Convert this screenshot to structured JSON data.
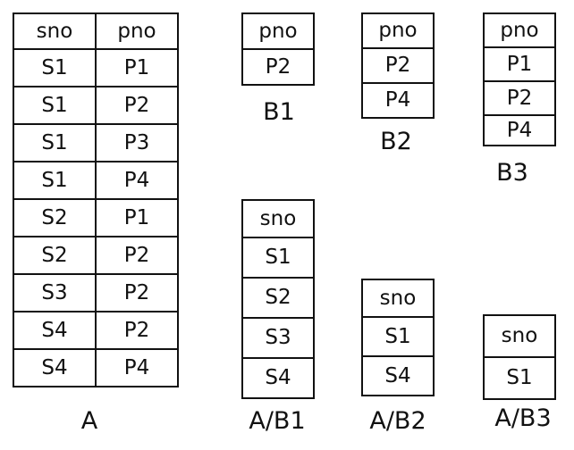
{
  "tables": {
    "A": {
      "caption": "A",
      "headers": [
        "sno",
        "pno"
      ],
      "rows": [
        [
          "S1",
          "P1"
        ],
        [
          "S1",
          "P2"
        ],
        [
          "S1",
          "P3"
        ],
        [
          "S1",
          "P4"
        ],
        [
          "S2",
          "P1"
        ],
        [
          "S2",
          "P2"
        ],
        [
          "S3",
          "P2"
        ],
        [
          "S4",
          "P2"
        ],
        [
          "S4",
          "P4"
        ]
      ]
    },
    "B1": {
      "caption": "B1",
      "header": "pno",
      "rows": [
        "P2"
      ]
    },
    "B2": {
      "caption": "B2",
      "header": "pno",
      "rows": [
        "P2",
        "P4"
      ]
    },
    "B3": {
      "caption": "B3",
      "header": "pno",
      "rows": [
        "P1",
        "P2",
        "P4"
      ]
    },
    "A_div_B1": {
      "caption": "A/B1",
      "header": "sno",
      "rows": [
        "S1",
        "S2",
        "S3",
        "S4"
      ]
    },
    "A_div_B2": {
      "caption": "A/B2",
      "header": "sno",
      "rows": [
        "S1",
        "S4"
      ]
    },
    "A_div_B3": {
      "caption": "A/B3",
      "header": "sno",
      "rows": [
        "S1"
      ]
    }
  }
}
